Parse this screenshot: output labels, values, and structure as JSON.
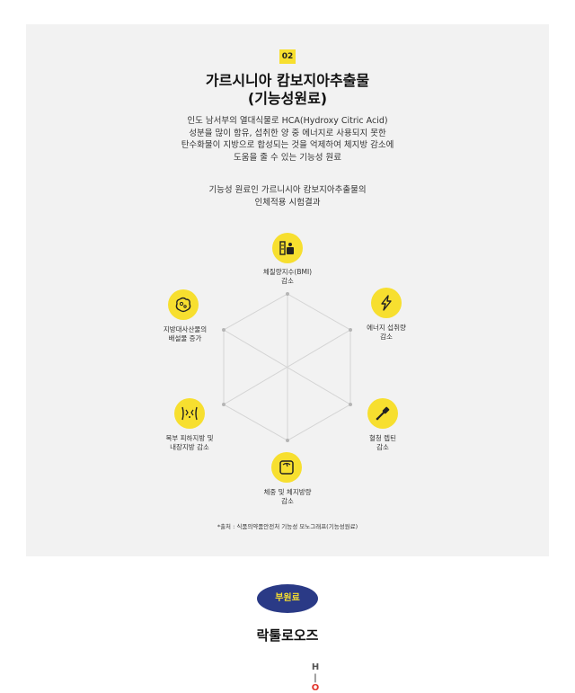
{
  "section": {
    "number": "02",
    "title_line1": "가르시니아 캄보지아추출물",
    "title_line2": "(기능성원료)",
    "description": [
      "인도 남서부의 열대식물로 HCA(Hydroxy Citric Acid)",
      "성분을 많이 함유, 섭취한 양 중 에너지로 사용되지 못한",
      "탄수화물이 지방으로 합성되는 것을 억제하여 체지방 감소에",
      "도움을 줄 수 있는 기능성 원료"
    ],
    "test_caption": [
      "기능성 원료인 가르니시아 캄보지아추출물의",
      "인체적용 시험결과"
    ],
    "effects": [
      {
        "label": "체질량지수(BMI)\n감소",
        "icon": "bmi-scale-icon"
      },
      {
        "label": "에너지 섭취량\n감소",
        "icon": "lightning-icon"
      },
      {
        "label": "혈청 렙틴\n감소",
        "icon": "dropper-icon"
      },
      {
        "label": "체중 및 체지방량\n감소",
        "icon": "weight-scale-icon"
      },
      {
        "label": "복부 피하지방 및\n내장지방 감소",
        "icon": "abdomen-icon"
      },
      {
        "label": "지방대사산물의\n배설물 증가",
        "icon": "fat-cell-icon"
      }
    ],
    "source": "*출처 : 식품의약품안전처 기능성 모노그래프(기능성원료)"
  },
  "sub_ingredient": {
    "badge": "부원료",
    "title": "락툴로오즈",
    "formula_top": "H",
    "formula_bond": "|",
    "formula_atom": "O"
  },
  "colors": {
    "accent": "#f7df2f",
    "navy": "#2a3a86",
    "panel": "#f2f2f2",
    "oxygen": "#e2342b"
  }
}
